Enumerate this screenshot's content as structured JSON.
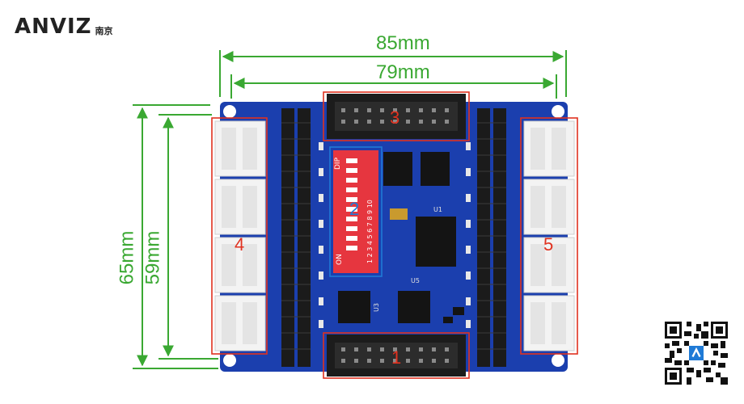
{
  "brand": {
    "name": "ANVIZ",
    "sub": "南京"
  },
  "dimensions": {
    "outer_width": "85mm",
    "inner_width": "79mm",
    "outer_height": "65mm",
    "inner_height": "59mm"
  },
  "callouts": {
    "c1": "1",
    "c2": "2",
    "c3": "3",
    "c4": "4",
    "c5": "5"
  },
  "dip": {
    "title": "DIP",
    "on": "ON",
    "numbers": "1 2 3 4 5 6 7 8 9 10"
  },
  "silk": {
    "u5": "U5",
    "u3": "U3",
    "u1": "U1"
  },
  "colors": {
    "dimension": "#3aa832",
    "callout": "#e0311f",
    "pcb": "#1b3fae"
  }
}
